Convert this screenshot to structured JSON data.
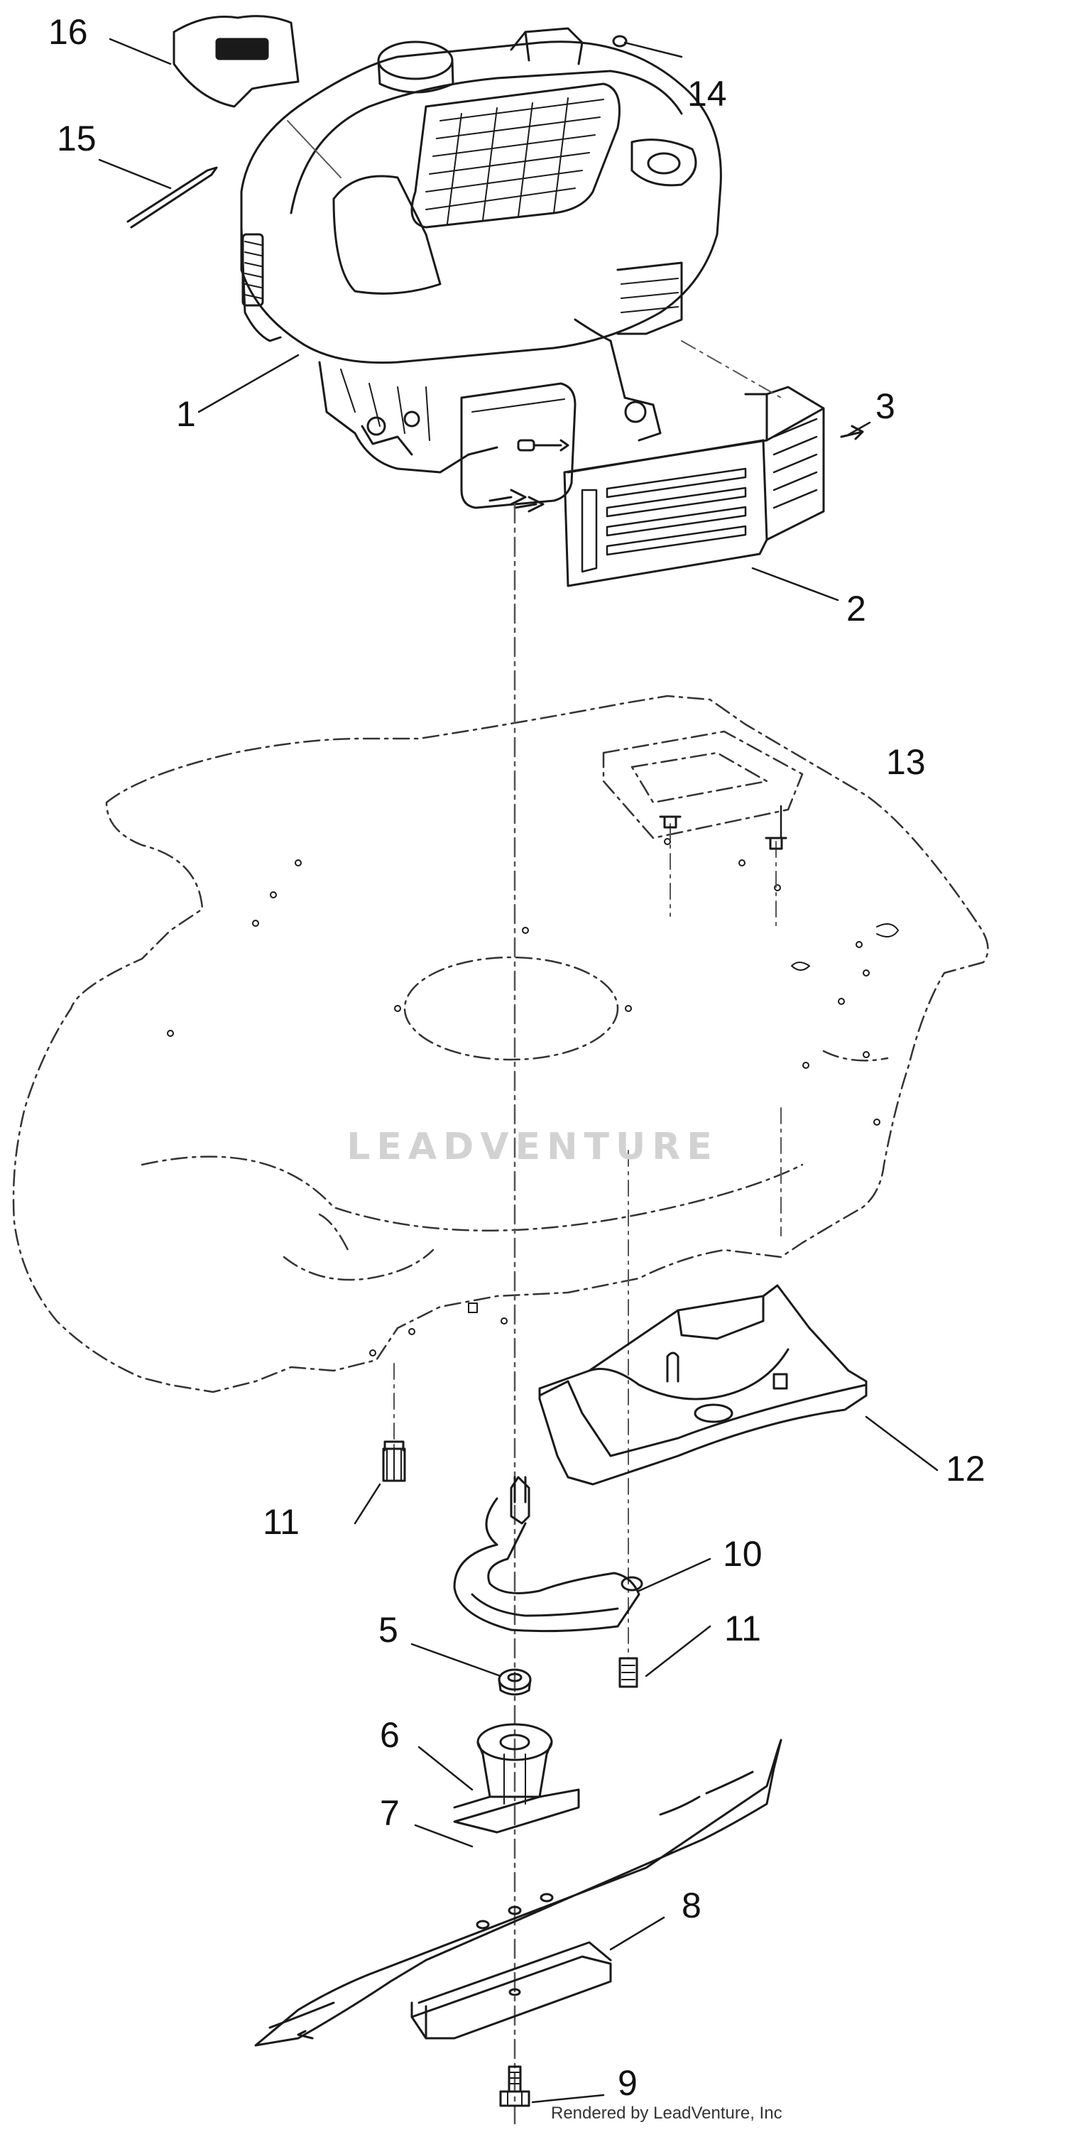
{
  "diagram": {
    "labels": [
      {
        "id": "c1",
        "text": "1"
      },
      {
        "id": "c2",
        "text": "2"
      },
      {
        "id": "c3",
        "text": "3"
      },
      {
        "id": "c5",
        "text": "5"
      },
      {
        "id": "c6",
        "text": "6"
      },
      {
        "id": "c7",
        "text": "7"
      },
      {
        "id": "c8",
        "text": "8"
      },
      {
        "id": "c9",
        "text": "9"
      },
      {
        "id": "c10",
        "text": "10"
      },
      {
        "id": "c11a",
        "text": "11"
      },
      {
        "id": "c11b",
        "text": "11"
      },
      {
        "id": "c12",
        "text": "12"
      },
      {
        "id": "c13",
        "text": "13"
      },
      {
        "id": "c14",
        "text": "14"
      },
      {
        "id": "c15",
        "text": "15"
      },
      {
        "id": "c16",
        "text": "16"
      }
    ],
    "watermark": "LEADVENTURE",
    "footer": "Rendered by LeadVenture, Inc",
    "colors": {
      "line": "#1a1a1a",
      "dash": "#555555",
      "watermark": "#d2d2d2"
    }
  }
}
